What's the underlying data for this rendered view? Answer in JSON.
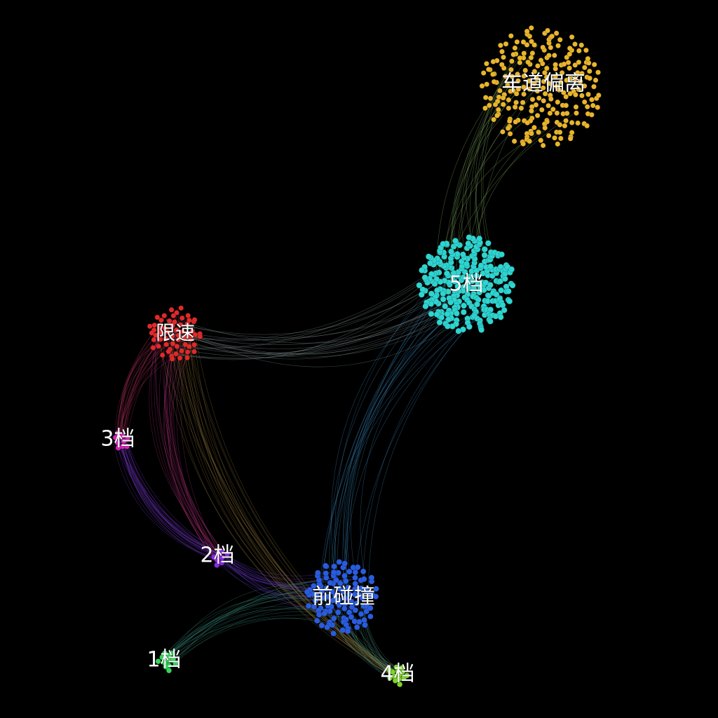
{
  "clusters": [
    {
      "id": "lane",
      "label": "车道偏离",
      "color": "#e8b52c",
      "density": "large"
    },
    {
      "id": "g5",
      "label": "5档",
      "color": "#2fd4d0",
      "density": "large"
    },
    {
      "id": "limit",
      "label": "限速",
      "color": "#e02a2a",
      "density": "medium"
    },
    {
      "id": "g3",
      "label": "3档",
      "color": "#d326b8",
      "density": "small"
    },
    {
      "id": "g2",
      "label": "2档",
      "color": "#8a2be2",
      "density": "small"
    },
    {
      "id": "front",
      "label": "前碰撞",
      "color": "#2a5ce0",
      "density": "medium"
    },
    {
      "id": "g1",
      "label": "1档",
      "color": "#33d65a",
      "density": "small"
    },
    {
      "id": "g4",
      "label": "4档",
      "color": "#7ed62a",
      "density": "small"
    }
  ],
  "links": [
    {
      "from": "lane",
      "to": "g5",
      "color": "#8fbf6a"
    },
    {
      "from": "limit",
      "to": "g5",
      "color": "#8a9a9a"
    },
    {
      "from": "g5",
      "to": "front",
      "color": "#3b8fc8"
    },
    {
      "from": "limit",
      "to": "g3",
      "color": "#b0305a"
    },
    {
      "from": "limit",
      "to": "g2",
      "color": "#b0307a"
    },
    {
      "from": "g3",
      "to": "g2",
      "color": "#7a3ad0"
    },
    {
      "from": "g2",
      "to": "front",
      "color": "#6a3ad0"
    },
    {
      "from": "limit",
      "to": "g4",
      "color": "#9a7a3a"
    },
    {
      "from": "front",
      "to": "g4",
      "color": "#4a9a8a"
    },
    {
      "from": "front",
      "to": "g1",
      "color": "#3a8a7a"
    }
  ]
}
